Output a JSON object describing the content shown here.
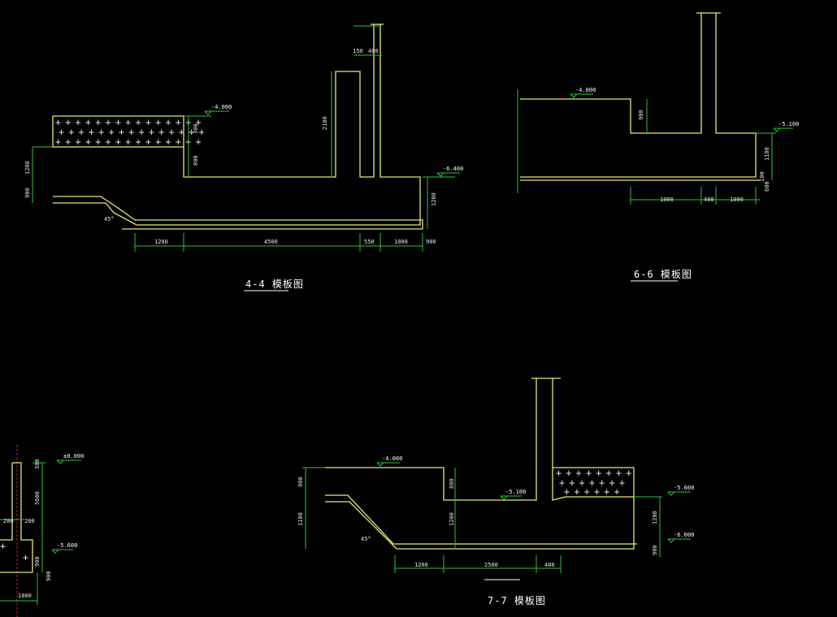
{
  "sections": [
    {
      "id": "4-4",
      "title": "4-4  模板图",
      "levels": [
        "-4.000",
        "-6.400"
      ],
      "dims": [
        "1200",
        "4500",
        "550",
        "1000",
        "900",
        "150",
        "400",
        "2100",
        "300",
        "800",
        "1200",
        "900",
        "1200",
        "45°"
      ]
    },
    {
      "id": "6-6",
      "title": "6-6  模板图",
      "levels": [
        "-4.000",
        "-5.100"
      ],
      "dims": [
        "1000",
        "400",
        "1000",
        "900",
        "1100",
        "100",
        "600"
      ]
    },
    {
      "id": "7-7",
      "title": "7-7  模板图",
      "levels": [
        "-4.000",
        "-5.100",
        "-5.600",
        "-6.000"
      ],
      "dims": [
        "1200",
        "2500",
        "400",
        "800",
        "1200",
        "900",
        "1100",
        "1200",
        "900",
        "45°"
      ]
    },
    {
      "id": "partial",
      "levels": [
        "±0.000",
        "-5.600"
      ],
      "dims": [
        "300",
        "5600",
        "200",
        "200",
        "900",
        "900",
        "1000"
      ]
    }
  ],
  "colors": {
    "background": "#000000",
    "outline": "#e6e678",
    "dimension": "#2fc42f",
    "text": "#ffffff",
    "axis": "#d02020"
  }
}
